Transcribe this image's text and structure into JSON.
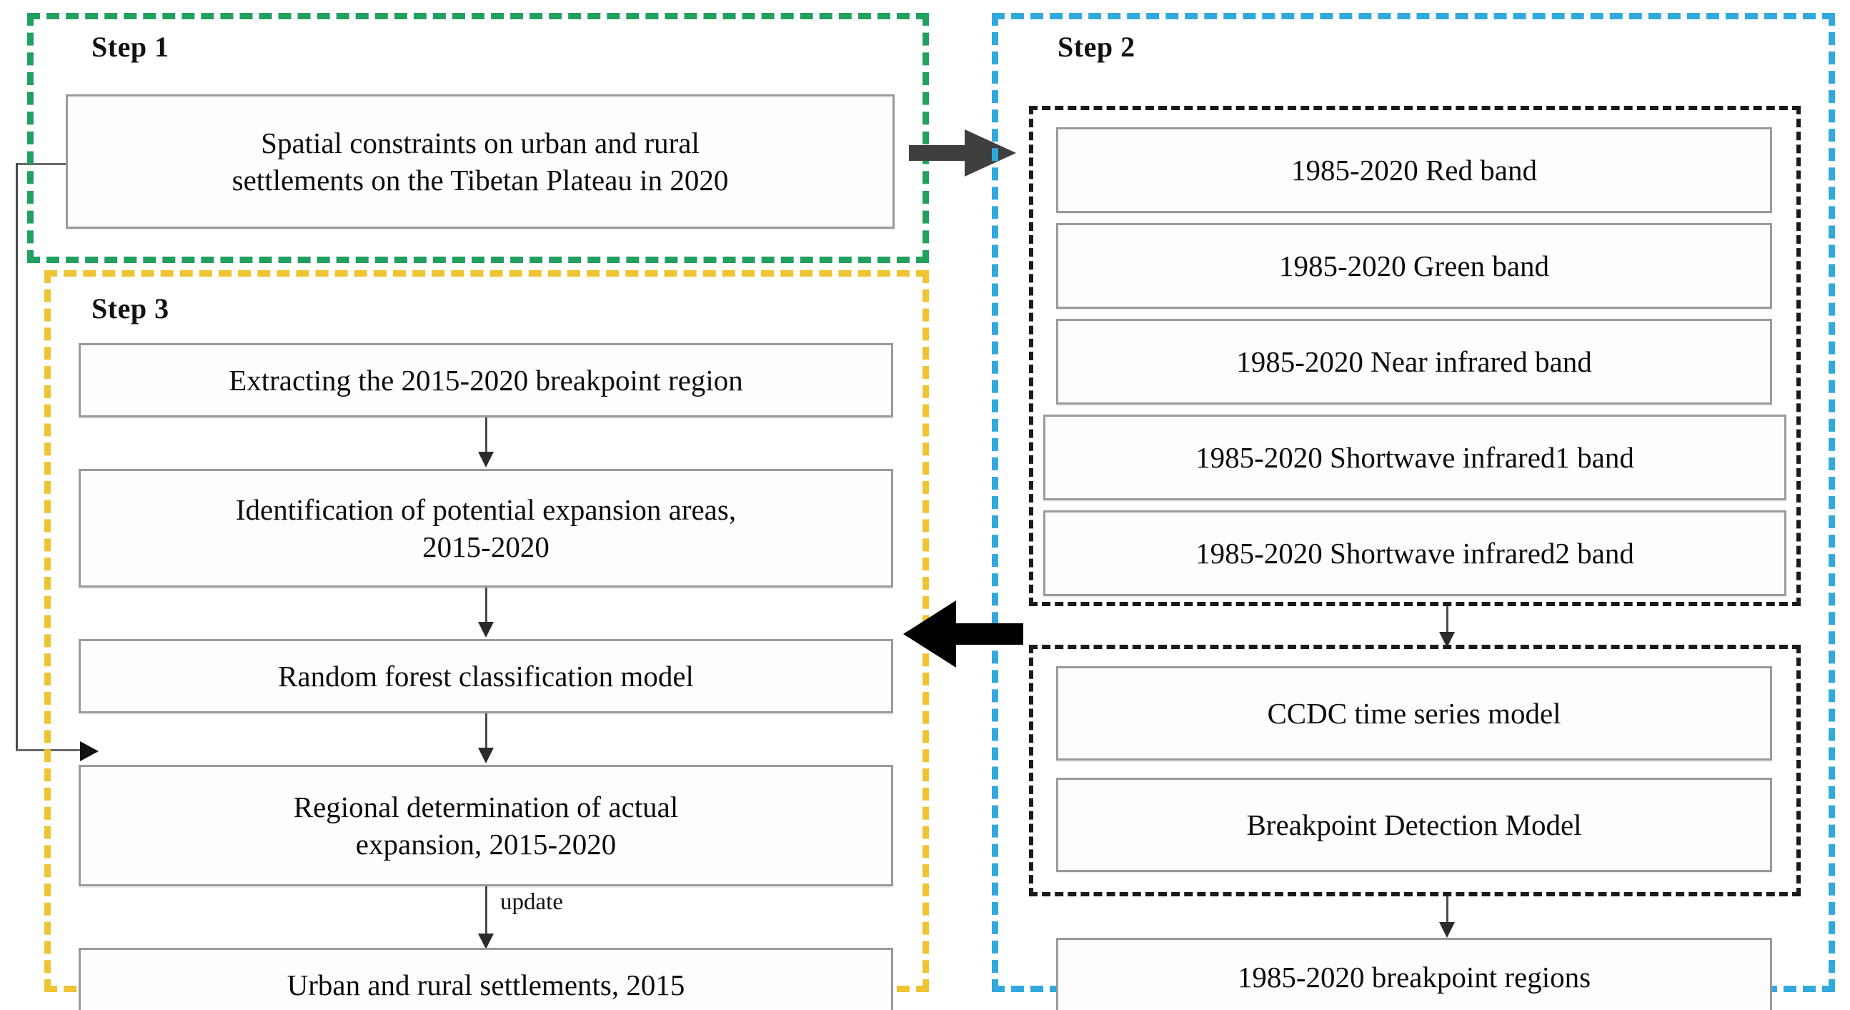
{
  "colors": {
    "step1_border": "#22a05f",
    "step2_border": "#32a9dd",
    "step3_border": "#efc433",
    "group_border": "#1a1a1a",
    "box_border": "#9a9a9a",
    "arrow_step1_to_step2": "#3f3f3f",
    "arrow_step2_to_step3": "#000000",
    "connector": "#4a4a4a"
  },
  "steps": {
    "step1": {
      "title": "Step 1",
      "boxes": [
        {
          "line1": "Spatial constraints on urban and rural",
          "line2": "settlements on the Tibetan Plateau in 2020"
        }
      ]
    },
    "step2": {
      "title": "Step 2",
      "bands_group": {
        "boxes": [
          {
            "label": "1985-2020 Red band"
          },
          {
            "label": "1985-2020 Green band"
          },
          {
            "label": "1985-2020 Near infrared band"
          },
          {
            "label": "1985-2020 Shortwave infrared1 band"
          },
          {
            "label": "1985-2020 Shortwave infrared2 band"
          }
        ]
      },
      "models_group": {
        "boxes": [
          {
            "label": "CCDC time series model"
          },
          {
            "label": "Breakpoint Detection Model"
          }
        ]
      },
      "output_box": {
        "label": "1985-2020 breakpoint regions"
      }
    },
    "step3": {
      "title": "Step 3",
      "boxes": [
        {
          "line1": "Extracting the 2015-2020 breakpoint region",
          "line2": ""
        },
        {
          "line1": "Identification of potential expansion areas,",
          "line2": "2015-2020"
        },
        {
          "line1": "Random forest classification model",
          "line2": ""
        },
        {
          "line1": "Regional determination of actual",
          "line2": "expansion, 2015-2020"
        },
        {
          "line1": "Urban and rural settlements, 2015",
          "line2": ""
        }
      ],
      "edge_labels": {
        "update": "update"
      }
    }
  },
  "icons": {
    "arrow_right_block": "block-arrow-right-icon",
    "arrow_left_block": "block-arrow-left-icon",
    "arrow_down": "arrow-down-icon",
    "feedback_arrow": "feedback-arrow-icon"
  }
}
